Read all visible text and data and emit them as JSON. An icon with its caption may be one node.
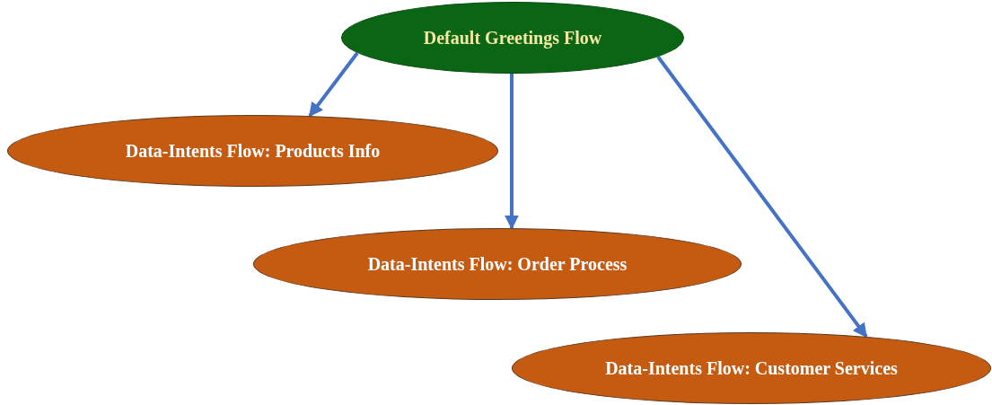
{
  "diagram": {
    "nodes": [
      {
        "text": [
          "Default Greetings Flow"
        ]
      },
      {
        "text": [
          "Data-Intents Flow: Products Info"
        ]
      },
      {
        "text": [
          "Data-Intents Flow: Order Process"
        ]
      },
      {
        "text": [
          "Data-Intents Flow: Customer Services"
        ]
      }
    ],
    "edges": [
      {
        "from": 0,
        "to": 1,
        "arrow": "to"
      },
      {
        "from": 0,
        "to": 2,
        "arrow": "to"
      },
      {
        "from": 0,
        "to": 3,
        "arrow": "to"
      }
    ]
  }
}
